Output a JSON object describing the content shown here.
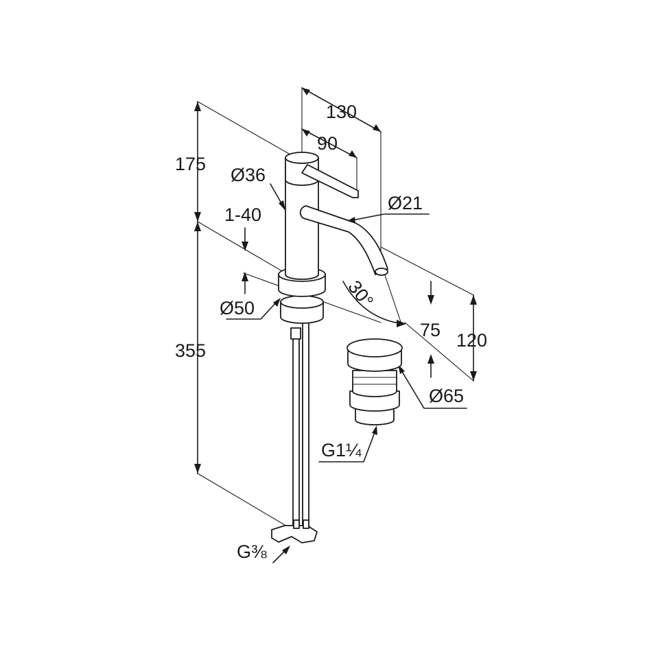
{
  "dimensions": {
    "height_top": "175",
    "diameter_body": "Ø36",
    "height_range": "1-40",
    "diameter_base": "Ø50",
    "height_total": "355",
    "reach_total": "130",
    "reach_handle": "90",
    "diameter_spout": "Ø21",
    "spout_angle": "30°",
    "spout_height": "75",
    "height_120": "120",
    "diameter_waste": "Ø65",
    "thread_waste": "G1¼",
    "thread_hose": "G⅜"
  },
  "colors": {
    "line": "#1a1a1a",
    "background": "#ffffff"
  }
}
